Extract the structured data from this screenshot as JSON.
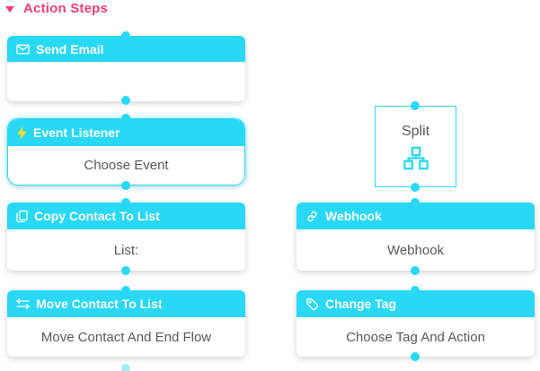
{
  "header": {
    "title": "Action Steps",
    "collapse_icon": "triangle-down-icon"
  },
  "palette": {
    "accent_cyan": "#29d8f5",
    "accent_pink": "#f23d7c",
    "node_body_text": "#595959",
    "node_header_text": "#ffffff",
    "lightning_yellow": "#ffd92b"
  },
  "nodes": {
    "send_email": {
      "title": "Send Email",
      "body": "",
      "icon": "envelope-icon"
    },
    "event_listener": {
      "title": "Event Listener",
      "body": "Choose Event",
      "icon": "lightning-icon",
      "selected": true
    },
    "copy_contact": {
      "title": "Copy Contact To List",
      "body": "List:",
      "icon": "copy-icon"
    },
    "move_contact": {
      "title": "Move Contact To List",
      "body": "Move Contact And End Flow",
      "icon": "swap-arrows-icon"
    },
    "split": {
      "label": "Split",
      "icon": "sitemap-icon"
    },
    "webhook": {
      "title": "Webhook",
      "body": "Webhook",
      "icon": "link-icon"
    },
    "change_tag": {
      "title": "Change Tag",
      "body": "Choose Tag And Action",
      "icon": "tag-icon"
    }
  }
}
